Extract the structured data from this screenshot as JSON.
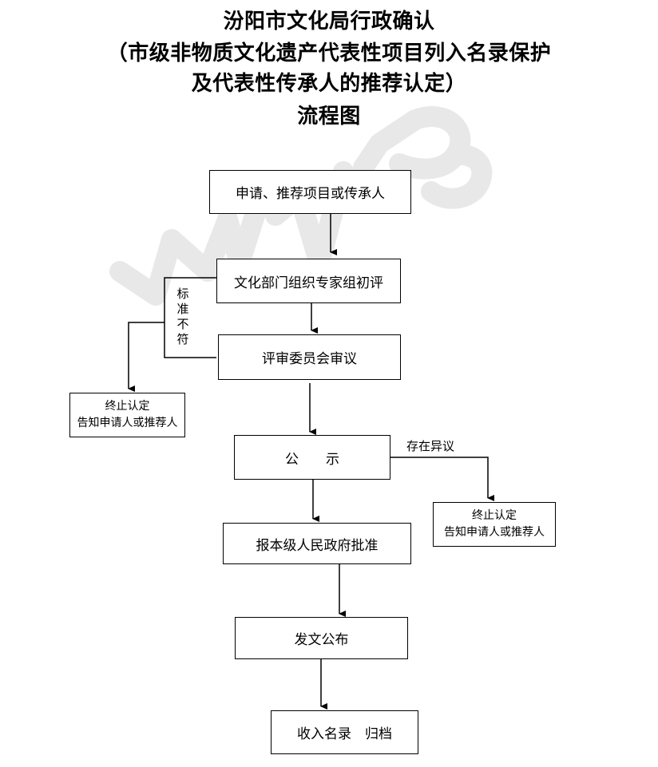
{
  "title": {
    "line1": "汾阳市文化局行政确认",
    "line2": "（市级非物质文化遗产代表性项目列入名录保护",
    "line3": "及代表性传承人的推荐认定）",
    "line4": "流程图"
  },
  "steps": {
    "apply": "申请、推荐项目或传承人",
    "review": "文化部门组织专家组初评",
    "committee": "评审委员会审议",
    "publicity": "公　　示",
    "approval": "报本级人民政府批准",
    "publish": "发文公布",
    "archive": "收入名录　归档"
  },
  "branches": {
    "nonconform_label": [
      "标",
      "准",
      "不",
      "符"
    ],
    "objection_label": "存在异议",
    "terminate_left": {
      "line1": "终止认定",
      "line2": "告知申请人或推荐人"
    },
    "terminate_right": {
      "line1": "终止认定",
      "line2": "告知申请人或推荐人"
    }
  },
  "watermark": "WPS"
}
